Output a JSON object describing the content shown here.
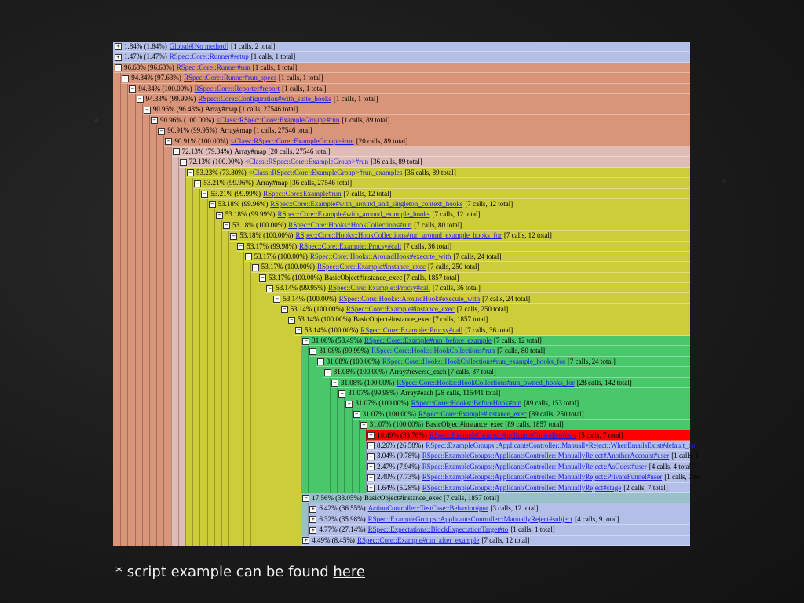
{
  "caption": {
    "text": "* script example can be found",
    "link": "here"
  },
  "colors": {
    "blue": "#b4bfe8",
    "salmon": "#d9957a",
    "pink": "#e0bcb7",
    "yellow": "#cdcd3a",
    "green": "#49c76b",
    "red": "#ff0000",
    "teal": "#97c1c6"
  },
  "rows": [
    {
      "d": 0,
      "t": "+",
      "p": "1.84% (1.84%)",
      "m": "Global#[No method]",
      "c": "[1 calls, 2 total]",
      "col": "blue"
    },
    {
      "d": 0,
      "t": "+",
      "p": "1.47% (1.47%)",
      "m": "RSpec::Core::Runner#setup",
      "c": "[1 calls, 1 total]",
      "col": "blue"
    },
    {
      "d": 0,
      "t": "−",
      "p": "96.63% (96.63%)",
      "m": "RSpec::Core::Runner#run",
      "c": "[1 calls, 1 total]",
      "col": "salmon"
    },
    {
      "d": 1,
      "t": "−",
      "p": "94.34% (97.63%)",
      "m": "RSpec::Core::Runner#run_specs",
      "c": "[1 calls, 1 total]",
      "col": "salmon"
    },
    {
      "d": 2,
      "t": "−",
      "p": "94.34% (100.00%)",
      "m": "RSpec::Core::Reporter#report",
      "c": "[1 calls, 1 total]",
      "col": "salmon"
    },
    {
      "d": 3,
      "t": "−",
      "p": "94.33% (99.99%)",
      "m": "RSpec::Core::Configuration#with_suite_hooks",
      "c": "[1 calls, 1 total]",
      "col": "salmon"
    },
    {
      "d": 4,
      "t": "−",
      "p": "90.96% (96.43%)",
      "m": "",
      "c": "Array#map [1 calls, 27546 total]",
      "col": "salmon"
    },
    {
      "d": 5,
      "t": "−",
      "p": "90.96% (100.00%)",
      "m": "<Class::RSpec::Core::ExampleGroup>#run",
      "c": "[1 calls, 89 total]",
      "col": "salmon"
    },
    {
      "d": 6,
      "t": "−",
      "p": "90.91% (99.95%)",
      "m": "",
      "c": "Array#map [1 calls, 27546 total]",
      "col": "salmon"
    },
    {
      "d": 7,
      "t": "−",
      "p": "90.91% (100.00%)",
      "m": "<Class::RSpec::Core::ExampleGroup>#run",
      "c": "[20 calls, 89 total]",
      "col": "salmon"
    },
    {
      "d": 8,
      "t": "−",
      "p": "72.13% (79.34%)",
      "m": "",
      "c": "Array#map [20 calls, 27546 total]",
      "col": "pink"
    },
    {
      "d": 9,
      "t": "−",
      "p": "72.13% (100.00%)",
      "m": "<Class::RSpec::Core::ExampleGroup>#run",
      "c": "[36 calls, 89 total]",
      "col": "pink"
    },
    {
      "d": 10,
      "t": "−",
      "p": "53.23% (73.80%)",
      "m": "<Class::RSpec::Core::ExampleGroup>#run_examples",
      "c": "[36 calls, 89 total]",
      "col": "yellow"
    },
    {
      "d": 11,
      "t": "−",
      "p": "53.21% (99.96%)",
      "m": "",
      "c": "Array#map [36 calls, 27546 total]",
      "col": "yellow"
    },
    {
      "d": 12,
      "t": "−",
      "p": "53.21% (99.99%)",
      "m": "RSpec::Core::Example#run",
      "c": "[7 calls, 12 total]",
      "col": "yellow"
    },
    {
      "d": 13,
      "t": "−",
      "p": "53.18% (99.96%)",
      "m": "RSpec::Core::Example#with_around_and_singleton_context_hooks",
      "c": "[7 calls, 12 total]",
      "col": "yellow"
    },
    {
      "d": 14,
      "t": "−",
      "p": "53.18% (99.99%)",
      "m": "RSpec::Core::Example#with_around_example_hooks",
      "c": "[7 calls, 12 total]",
      "col": "yellow"
    },
    {
      "d": 15,
      "t": "−",
      "p": "53.18% (100.00%)",
      "m": "RSpec::Core::Hooks::HookCollections#run",
      "c": "[7 calls, 80 total]",
      "col": "yellow"
    },
    {
      "d": 16,
      "t": "−",
      "p": "53.18% (100.00%)",
      "m": "RSpec::Core::Hooks::HookCollections#run_around_example_hooks_for",
      "c": "[7 calls, 12 total]",
      "col": "yellow"
    },
    {
      "d": 17,
      "t": "−",
      "p": "53.17% (99.98%)",
      "m": "RSpec::Core::Example::Procsy#call",
      "c": "[7 calls, 36 total]",
      "col": "yellow"
    },
    {
      "d": 18,
      "t": "−",
      "p": "53.17% (100.00%)",
      "m": "RSpec::Core::Hooks::AroundHook#execute_with",
      "c": "[7 calls, 24 total]",
      "col": "yellow"
    },
    {
      "d": 19,
      "t": "−",
      "p": "53.17% (100.00%)",
      "m": "RSpec::Core::Example#instance_exec",
      "c": "[7 calls, 250 total]",
      "col": "yellow"
    },
    {
      "d": 20,
      "t": "−",
      "p": "53.17% (100.00%)",
      "m": "",
      "c": "BasicObject#instance_exec [7 calls, 1857 total]",
      "col": "yellow"
    },
    {
      "d": 21,
      "t": "−",
      "p": "53.14% (99.95%)",
      "m": "RSpec::Core::Example::Procsy#call",
      "c": "[7 calls, 36 total]",
      "col": "yellow"
    },
    {
      "d": 22,
      "t": "−",
      "p": "53.14% (100.00%)",
      "m": "RSpec::Core::Hooks::AroundHook#execute_with",
      "c": "[7 calls, 24 total]",
      "col": "yellow"
    },
    {
      "d": 23,
      "t": "−",
      "p": "53.14% (100.00%)",
      "m": "RSpec::Core::Example#instance_exec",
      "c": "[7 calls, 250 total]",
      "col": "yellow"
    },
    {
      "d": 24,
      "t": "−",
      "p": "53.14% (100.00%)",
      "m": "",
      "c": "BasicObject#instance_exec [7 calls, 1857 total]",
      "col": "yellow"
    },
    {
      "d": 25,
      "t": "−",
      "p": "53.14% (100.00%)",
      "m": "RSpec::Core::Example::Procsy#call",
      "c": "[7 calls, 36 total]",
      "col": "yellow"
    },
    {
      "d": 26,
      "t": "−",
      "p": "31.08% (58.49%)",
      "m": "RSpec::Core::Example#run_before_example",
      "c": "[7 calls, 12 total]",
      "col": "green"
    },
    {
      "d": 27,
      "t": "−",
      "p": "31.08% (99.99%)",
      "m": "RSpec::Core::Hooks::HookCollections#run",
      "c": "[7 calls, 80 total]",
      "col": "green"
    },
    {
      "d": 28,
      "t": "−",
      "p": "31.08% (100.00%)",
      "m": "RSpec::Core::Hooks::HookCollections#run_example_hooks_for",
      "c": "[7 calls, 24 total]",
      "col": "green"
    },
    {
      "d": 29,
      "t": "−",
      "p": "31.08% (100.00%)",
      "m": "",
      "c": "Array#reverse_each [7 calls, 37 total]",
      "col": "green"
    },
    {
      "d": 30,
      "t": "−",
      "p": "31.08% (100.00%)",
      "m": "RSpec::Core::Hooks::HookCollections#run_owned_hooks_for",
      "c": "[28 calls, 142 total]",
      "col": "green"
    },
    {
      "d": 31,
      "t": "−",
      "p": "31.07% (99.98%)",
      "m": "",
      "c": "Array#each [28 calls, 115441 total]",
      "col": "green"
    },
    {
      "d": 32,
      "t": "−",
      "p": "31.07% (100.00%)",
      "m": "RSpec::Core::Hooks::BeforeHook#run",
      "c": "[89 calls, 153 total]",
      "col": "green"
    },
    {
      "d": 33,
      "t": "−",
      "p": "31.07% (100.00%)",
      "m": "RSpec::Core::Example#instance_exec",
      "c": "[89 calls, 250 total]",
      "col": "green"
    },
    {
      "d": 34,
      "t": "−",
      "p": "31.07% (100.00%)",
      "m": "",
      "c": "BasicObject#instance_exec [89 calls, 1857 total]",
      "col": "green"
    },
    {
      "d": 35,
      "t": "+",
      "p": "10.49% (33.76%)",
      "m": "RSpec::ExampleGroups::ApplicantsController#user",
      "c": "[5 calls, 7 total]",
      "col": "red"
    },
    {
      "d": 35,
      "t": "+",
      "p": "8.26% (26.58%)",
      "m": "RSpec::ExampleGroups::ApplicantsController::ManuallyReject::WhenEmailsExist#default_em",
      "c": "",
      "col": "blue"
    },
    {
      "d": 35,
      "t": "+",
      "p": "3.04% (9.78%)",
      "m": "RSpec::ExampleGroups::ApplicantsController::ManuallyReject#AnotherAccount#user",
      "c": "[1 calls, 1",
      "col": "blue"
    },
    {
      "d": 35,
      "t": "+",
      "p": "2.47% (7.94%)",
      "m": "RSpec::ExampleGroups::ApplicantsController::ManuallyReject::AsGuest#user",
      "c": "[4 calls, 4 total]",
      "col": "blue"
    },
    {
      "d": 35,
      "t": "+",
      "p": "2.40% (7.73%)",
      "m": "RSpec::ExampleGroups::ApplicantsController::ManuallyReject::PrivateFunnel#user",
      "c": "[1 calls, 7 to",
      "col": "blue"
    },
    {
      "d": 35,
      "t": "+",
      "p": "1.64% (5.28%)",
      "m": "RSpec::ExampleGroups::ApplicantsController::ManuallyReject#stage",
      "c": "[2 calls, 7 total]",
      "col": "blue"
    },
    {
      "d": 26,
      "t": "−",
      "p": "17.56% (33.05%)",
      "m": "",
      "c": "BasicObject#instance_exec [7 calls, 1857 total]",
      "col": "teal"
    },
    {
      "d": 27,
      "t": "+",
      "p": "6.42% (36.55%)",
      "m": "ActionController::TestCase::Behavior#put",
      "c": "[3 calls, 12 total]",
      "col": "blue"
    },
    {
      "d": 27,
      "t": "+",
      "p": "6.32% (35.98%)",
      "m": "RSpec::ExampleGroups::ApplicantsController::ManuallyReject#subject",
      "c": "[4 calls, 9 total]",
      "col": "blue"
    },
    {
      "d": 27,
      "t": "+",
      "p": "4.77% (27.14%)",
      "m": "RSpec::Expectations::BlockExpectationTarget#to",
      "c": "[1 calls, 1 total]",
      "col": "blue"
    },
    {
      "d": 26,
      "t": "+",
      "p": "4.49% (8.45%)",
      "m": "RSpec::Core::Example#run_after_example",
      "c": "[7 calls, 12 total]",
      "col": "blue"
    }
  ]
}
